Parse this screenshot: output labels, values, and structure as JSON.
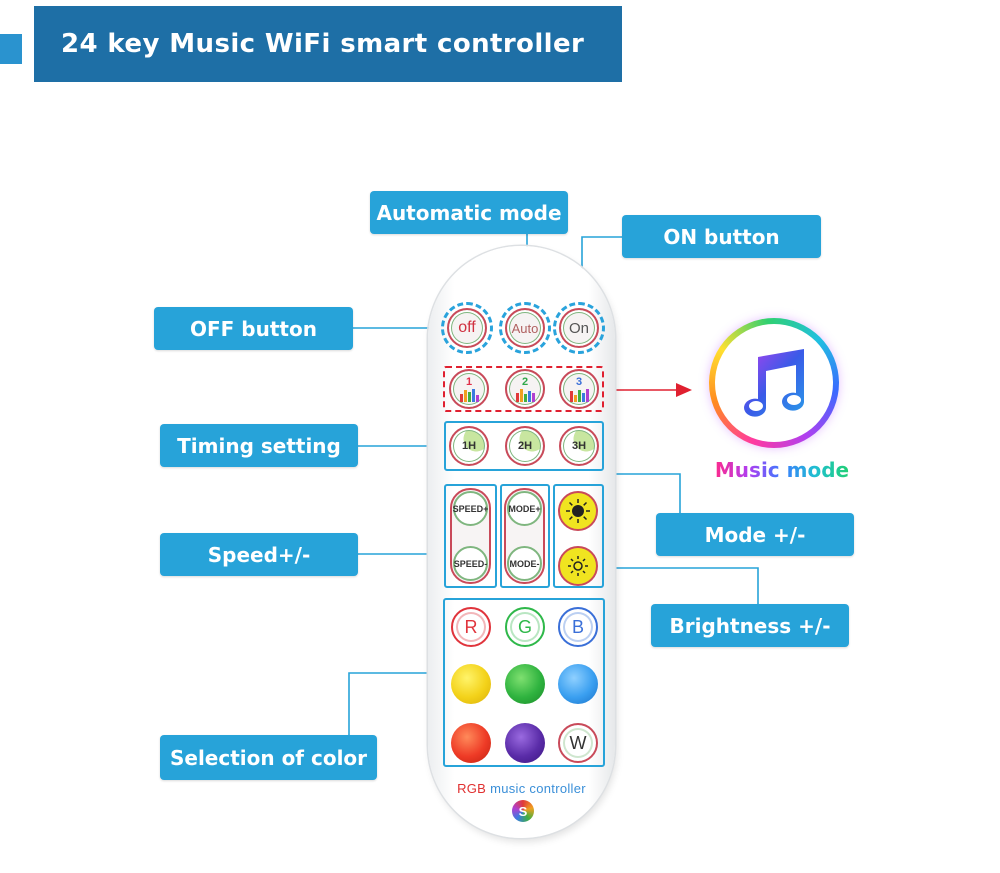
{
  "header": {
    "title": "24 key Music WiFi smart controller"
  },
  "callouts": {
    "automatic_mode": "Automatic mode",
    "on_button": "ON button",
    "off_button": "OFF button",
    "timing_setting": "Timing setting",
    "speed": "Speed+/-",
    "mode": "Mode +/-",
    "brightness": "Brightness +/-",
    "selection_of_color": "Selection of color"
  },
  "remote": {
    "power_row": [
      "off",
      "Auto",
      "On"
    ],
    "music_row": [
      "1",
      "2",
      "3"
    ],
    "timer_row": [
      "1H",
      "2H",
      "3H"
    ],
    "speed_up": "SPEED+",
    "speed_down": "SPEED-",
    "mode_up": "MODE+",
    "mode_down": "MODE-",
    "letter_row": [
      "R",
      "G",
      "B"
    ],
    "white_button": "W",
    "brand_rgb": "RGB",
    "brand_rest": " music controller",
    "brand_logo": "S"
  },
  "music_mode": {
    "label": "Music mode",
    "icon": "music-note-icon"
  },
  "colors": {
    "header_bg": "#1e6fa6",
    "callout_bg": "#27a3d9",
    "highlight_red": "#e02030",
    "R": "#e0343c",
    "G": "#2fb84a",
    "B": "#3a6fd8",
    "yellow": "#f3d21a",
    "green": "#2fb33f",
    "sky_blue": "#3a9ff0",
    "red_orange": "#ee3b26",
    "purple": "#5a2ca8"
  }
}
